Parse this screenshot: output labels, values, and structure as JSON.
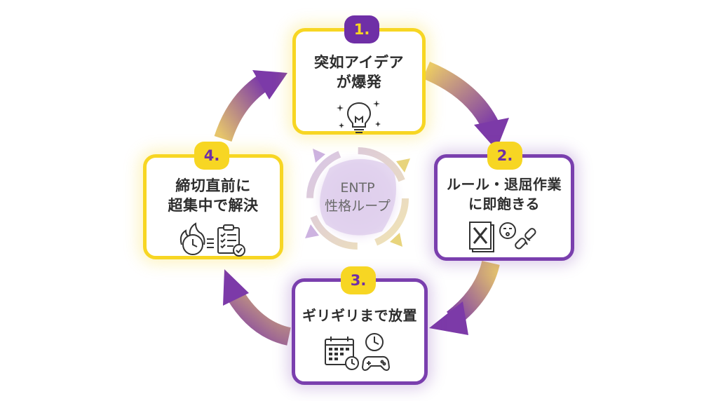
{
  "center": {
    "line1": "ENTP",
    "line2": "性格ループ"
  },
  "steps": [
    {
      "number": "1.",
      "title": "突如アイデア\nが爆発",
      "icon": "lightbulb-sparkle-icon"
    },
    {
      "number": "2.",
      "title": "ルール・退屈作業\nに即飽きる",
      "icon": "crossed-document-bored-face-broken-chain-icon"
    },
    {
      "number": "3.",
      "title": "ギリギリまで放置",
      "icon": "calendar-clock-gamepad-icon"
    },
    {
      "number": "4.",
      "title": "締切直前に\n超集中で解決",
      "icon": "burning-clock-checklist-icon"
    }
  ],
  "colors": {
    "purple": "#6f2fa6",
    "gold": "#f7d623"
  }
}
